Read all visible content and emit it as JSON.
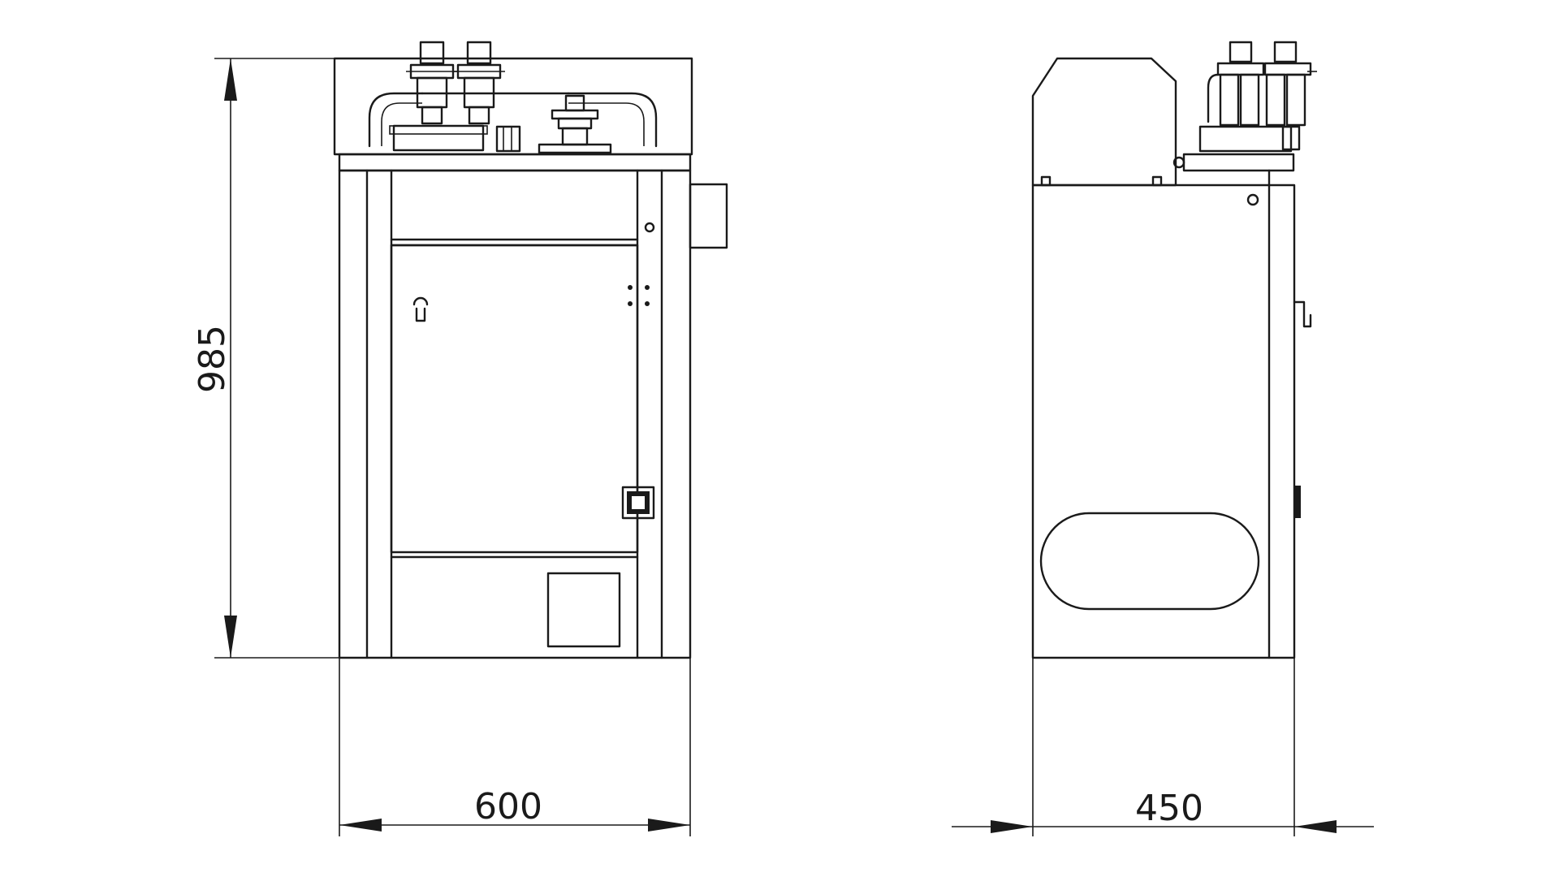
{
  "dimensions": {
    "height_label": "985",
    "front_width_label": "600",
    "side_width_label": "450"
  },
  "colors": {
    "line": "#1a1a1a",
    "background": "#ffffff"
  }
}
